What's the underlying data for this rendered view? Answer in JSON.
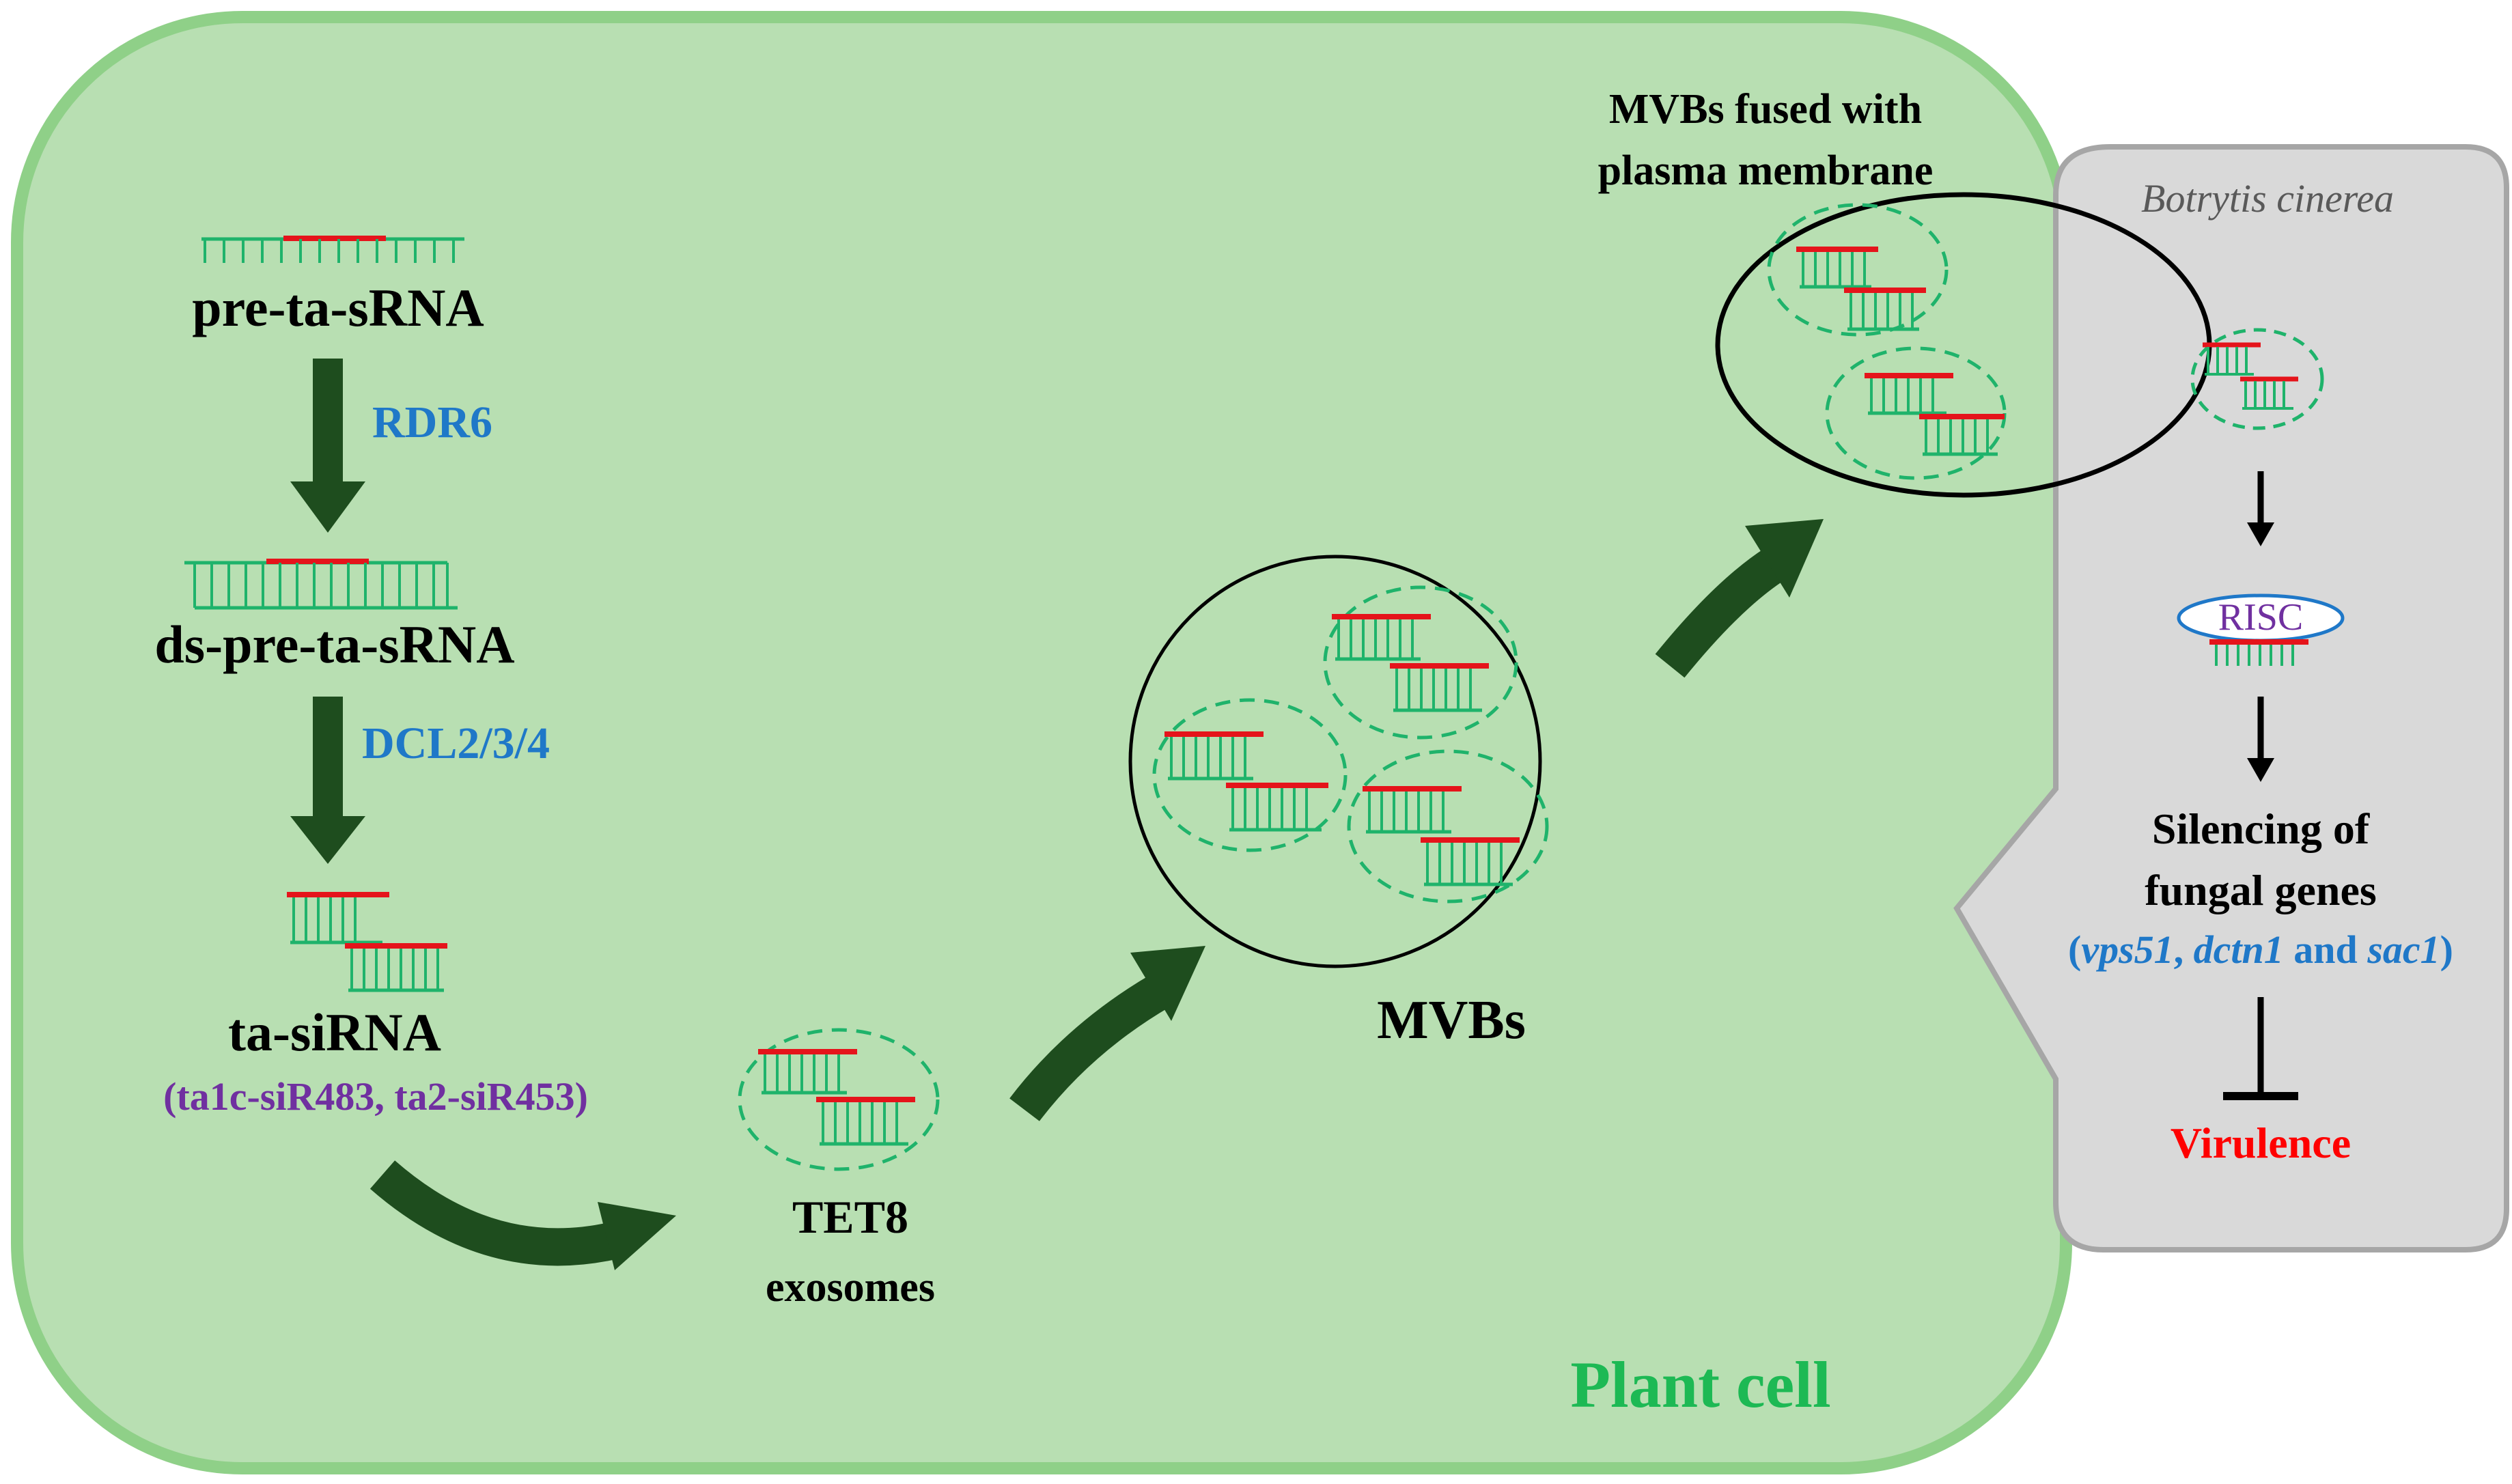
{
  "labels": {
    "pre_ta_srna": "pre-ta-sRNA",
    "rdr6": "RDR6",
    "ds_pre_ta_srna": "ds-pre-ta-sRNA",
    "dcl": "DCL2/3/4",
    "ta_sirna": "ta-siRNA",
    "ta_sirna_examples": "(ta1c-siR483, ta2-siR453)",
    "tet8_line1": "TET8",
    "tet8_line2": "exosomes",
    "mvbs": "MVBs",
    "fused_line1": "MVBs fused with",
    "fused_line2": "plasma membrane",
    "plant_cell": "Plant cell",
    "botrytis": "Botrytis cinerea",
    "risc": "RISC",
    "silencing_line1": "Silencing of",
    "silencing_line2": "fungal genes",
    "gene_paren_open": "(",
    "gene1": "vps51",
    "gene_comma": ", ",
    "gene2": "dctn1",
    "gene_and": " and ",
    "gene3": "sac1",
    "gene_paren_close": ")",
    "virulence": "Virulence"
  },
  "colors": {
    "cell_fill": "#b8dfb2",
    "cell_border": "#8fd088",
    "fungus_fill": "#d9d9d9",
    "fungus_border": "#a6a6a6",
    "rna_green": "#1fb36b",
    "rna_red": "#e5141b",
    "arrow_dark": "#1e4d1e",
    "enzyme_blue": "#1f78c8",
    "purple": "#7030a0",
    "virulence_red": "#ff0000",
    "plant_cell_green": "#1db954"
  }
}
